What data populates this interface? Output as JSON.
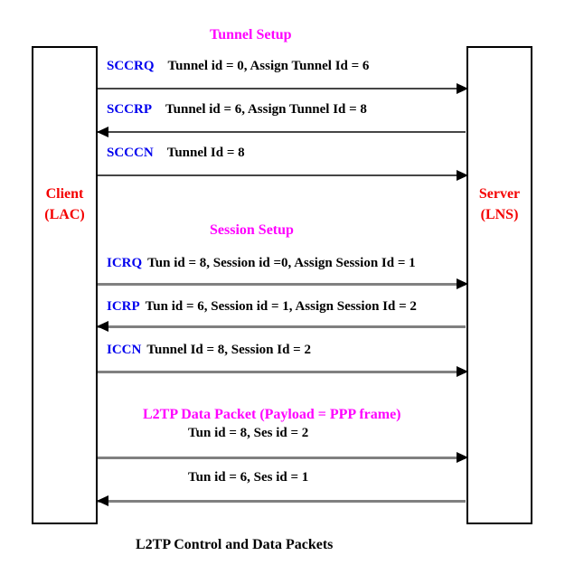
{
  "titles": {
    "tunnel_setup": "Tunnel Setup",
    "session_setup": "Session Setup",
    "data_packet": "L2TP Data Packet (Payload = PPP frame)",
    "caption": "L2TP Control and Data Packets"
  },
  "nodes": {
    "client": {
      "name": "Client",
      "role": "(LAC)"
    },
    "server": {
      "name": "Server",
      "role": "(LNS)"
    }
  },
  "messages": [
    {
      "keyword": "SCCRQ",
      "text": "Tunnel id = 0, Assign Tunnel Id = 6",
      "direction": "right"
    },
    {
      "keyword": "SCCRP",
      "text": "Tunnel id = 6, Assign Tunnel Id = 8",
      "direction": "left"
    },
    {
      "keyword": "SCCCN",
      "text": "Tunnel Id = 8",
      "direction": "right"
    },
    {
      "keyword": "ICRQ",
      "text": "Tun id = 8, Session id =0, Assign Session Id = 1",
      "direction": "right"
    },
    {
      "keyword": "ICRP",
      "text": "Tun id = 6, Session id = 1, Assign Session Id = 2",
      "direction": "left"
    },
    {
      "keyword": "ICCN",
      "text": "Tunnel Id = 8, Session Id = 2",
      "direction": "right"
    }
  ],
  "data_packets": [
    {
      "text": "Tun id = 8, Ses id = 2",
      "direction": "right"
    },
    {
      "text": "Tun id = 6, Ses id = 1",
      "direction": "left"
    }
  ],
  "colors": {
    "keyword": "#0000ee",
    "node_label": "#f40000",
    "section_title": "#ff00ff",
    "tunnel_arrow": "#454545",
    "session_arrow": "#808080"
  }
}
